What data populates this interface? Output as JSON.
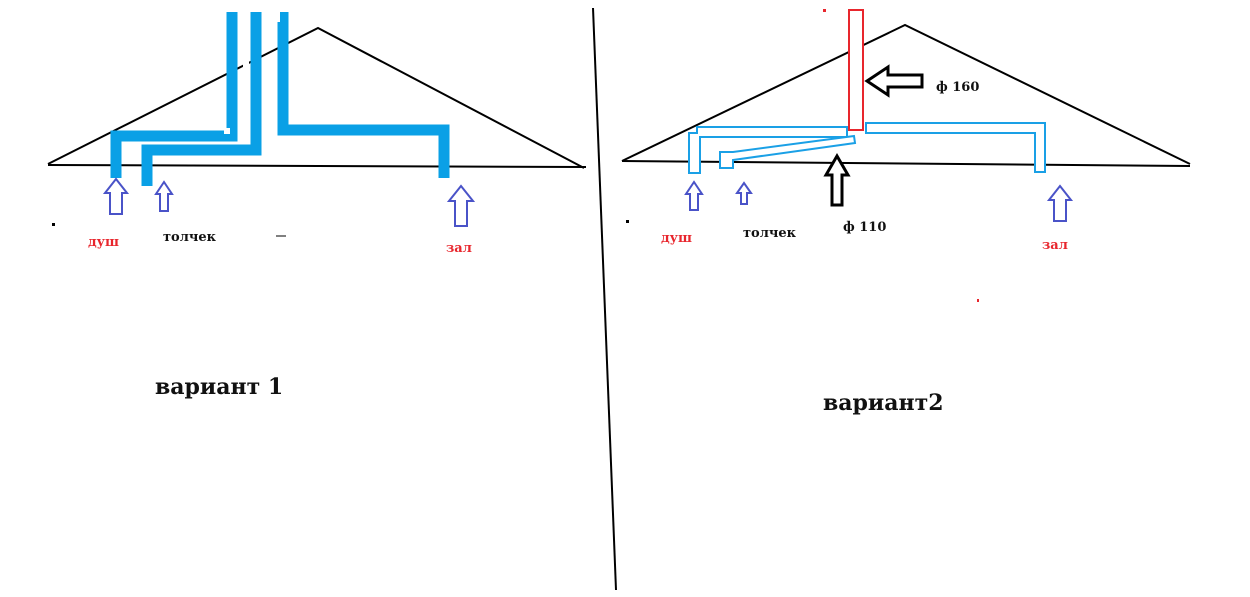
{
  "colors": {
    "roof": "#000000",
    "pipe_blue": "#0aa0e6",
    "pipe_outline": "#1aa0e6",
    "riser_red": "#e8262d",
    "arrow_blue": "#4a53c8",
    "arrow_black": "#000000",
    "label_red": "#e8262d",
    "label_black": "#111111"
  },
  "variant1": {
    "title": "вариант 1",
    "labels": {
      "shower": "душ",
      "toilet": "толчек",
      "hall": "зал"
    }
  },
  "variant2": {
    "title": "вариант2",
    "labels": {
      "shower": "душ",
      "toilet": "толчек",
      "hall": "зал",
      "d160": "ф 160",
      "d110": "ф 110"
    }
  },
  "icons": {
    "up_arrow": "up-arrow-icon",
    "left_arrow": "left-arrow-icon"
  }
}
